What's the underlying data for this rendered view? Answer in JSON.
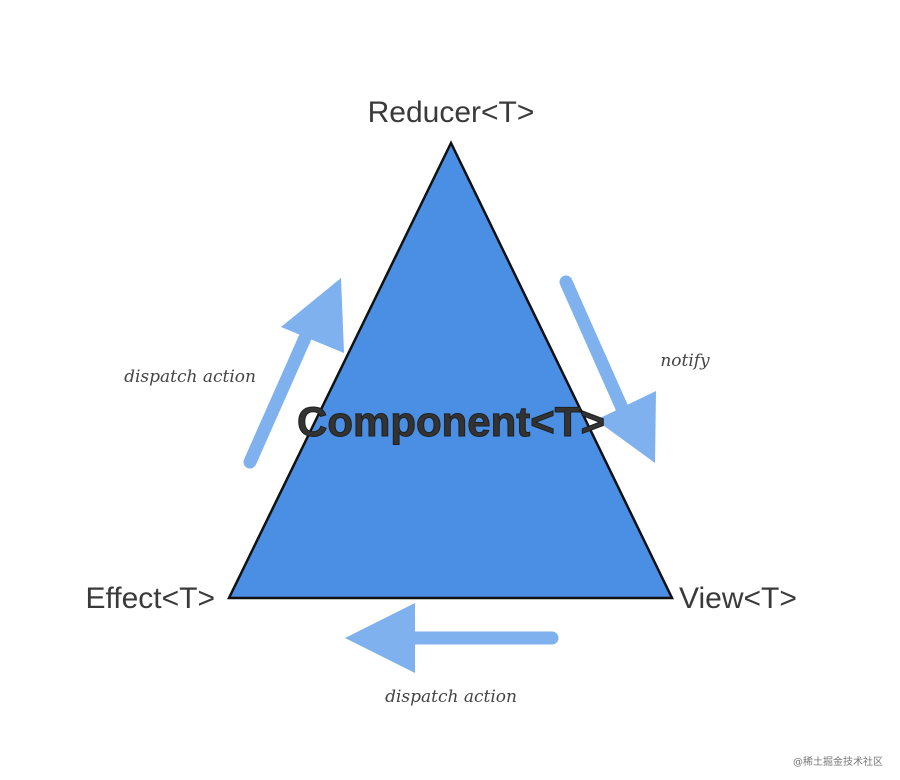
{
  "diagram": {
    "nodes": {
      "top": "Reducer<T>",
      "left": "Effect<T>",
      "right": "View<T>",
      "center": "Component<T>"
    },
    "edges": {
      "left_side": "dispatch action",
      "right_side": "notify",
      "bottom_side": "dispatch action"
    }
  },
  "watermark": "@稀土掘金技术社区",
  "colors": {
    "triangle_fill": "#4a8fe3",
    "triangle_stroke": "#111111",
    "arrow": "#7fb1ee",
    "label_text": "#3a3a3a"
  }
}
